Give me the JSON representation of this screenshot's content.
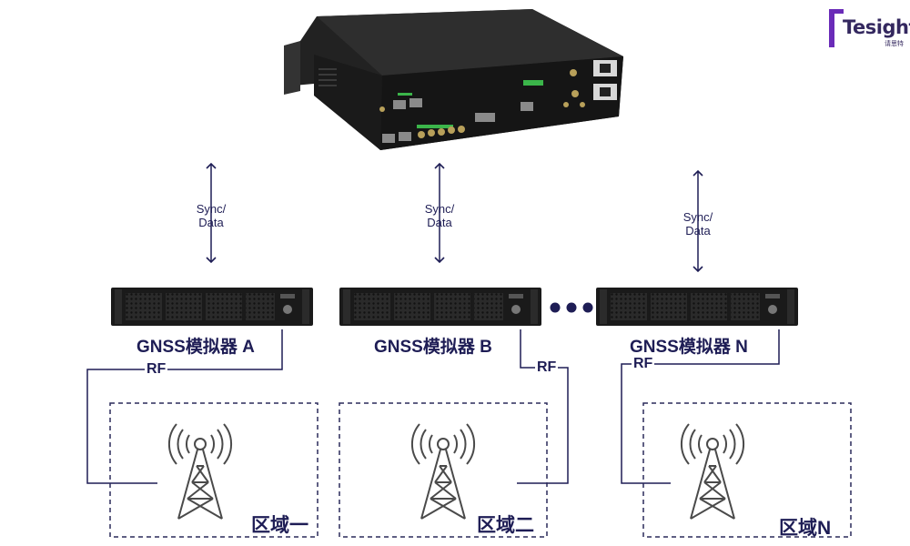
{
  "logo": {
    "text": "Tesight",
    "subtext": "请思特"
  },
  "links": [
    {
      "line1": "Sync/",
      "line2": "Data"
    },
    {
      "line1": "Sync/",
      "line2": "Data"
    },
    {
      "line1": "Sync/",
      "line2": "Data"
    }
  ],
  "simulators": [
    {
      "label": "GNSS模拟器 A"
    },
    {
      "label": "GNSS模拟器 B"
    },
    {
      "label": "GNSS模拟器 N"
    }
  ],
  "rf_labels": [
    "RF",
    "RF",
    "RF"
  ],
  "regions": [
    {
      "label": "区域一"
    },
    {
      "label": "区域二"
    },
    {
      "label": "区域N"
    }
  ],
  "colors": {
    "line": "#1e1d55",
    "dash": "#2a2a5a",
    "device": "#1c1c1c",
    "logo": "#6a2bb8"
  },
  "icons": [
    "tower-icon",
    "signal-waves-icon",
    "ellipsis-dots-icon"
  ]
}
